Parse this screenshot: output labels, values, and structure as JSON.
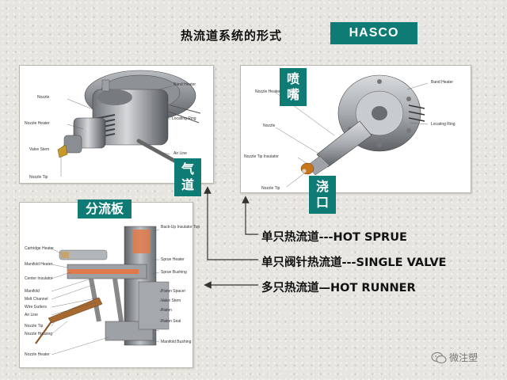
{
  "title": "热流道系统的形式",
  "brand": "HASCO",
  "tags": {
    "qidao": [
      "气",
      "道"
    ],
    "penzui": [
      "喷",
      "嘴"
    ],
    "jiaokou": [
      "浇",
      "口"
    ],
    "fenliuban": "分流板"
  },
  "fig1_labels": {
    "band_heater": "Band Heater",
    "nozzle": "Nozzle",
    "nozzle_heater": "Nozzle Heater",
    "locating_ring": "Locating Ring",
    "valve_stem": "Valve Stem",
    "air_line": "Air Line",
    "nozzle_tip": "Nozzle Tip"
  },
  "fig2_labels": {
    "nozzle_heater": "Nozzle Heater",
    "band_heater": "Band Heater",
    "nozzle": "Nozzle",
    "locating_ring": "Locating Ring",
    "nozzle_tip_insulator": "Nozzle Tip Insulator",
    "nozzle_tip": "Nozzle Tip"
  },
  "fig3_labels": {
    "back_up_insulator_top": "Back-Up Insulator Top",
    "cartridge_heater": "Cartridge Heater",
    "sprue_heater": "Sprue Heater",
    "manifold_heater": "Manifold Heater",
    "sprue_bushing": "Sprue Bushing",
    "center_insulator": "Center Insulator",
    "manifold": "Manifold",
    "piston_spacer": "Piston Spacer",
    "melt_channel": "Melt Channel",
    "valve_stem": "Valve Stem",
    "wire_gutters": "Wire Gutters",
    "air_line": "Air Line",
    "piston": "Piston",
    "nozzle_tip": "Nozzle Tip",
    "piston_seal": "Piston Seal",
    "nozzle_housing": "Nozzle Housing",
    "manifold_bushing": "Manifold Bushing",
    "nozzle_heater": "Nozzle Heater"
  },
  "descriptions": [
    "单只热流道---HOT SPRUE",
    "单只阀针热流道---SINGLE VALVE",
    "多只热流道—HOT RUNNER"
  ],
  "watermark": "微注塑"
}
